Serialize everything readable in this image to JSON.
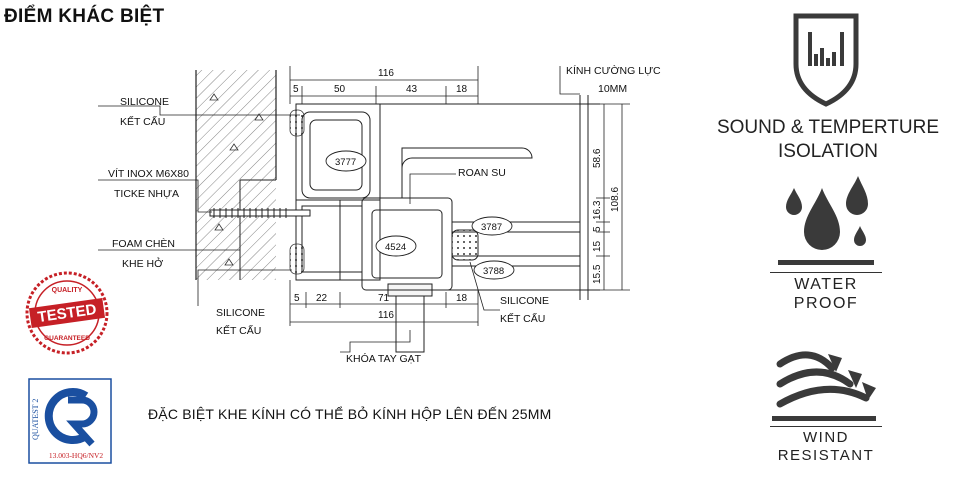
{
  "heading": "ĐIỂM KHÁC BIỆT",
  "labels": {
    "silicone_top_1": "SILICONE",
    "silicone_top_2": "KẾT CẤU",
    "screw_1": "VÍT INOX M6X80",
    "screw_2": "TICKE NHỰA",
    "foam_1": "FOAM CHÈN",
    "foam_2": "KHE HỞ",
    "silicone_bl_1": "SILICONE",
    "silicone_bl_2": "KẾT CẤU",
    "glass_1": "KÍNH CƯỜNG LỰC",
    "glass_2": "10MM",
    "gasket": "ROAN SU",
    "silicone_br_1": "SILICONE",
    "silicone_br_2": "KẾT CẤU",
    "handle": "KHÓA TAY GẠT"
  },
  "dimensions": {
    "top_total": "116",
    "top_a": "5",
    "top_b": "50",
    "top_c": "43",
    "top_d": "18",
    "bottom_total": "116",
    "bottom_a": "5",
    "bottom_b": "22",
    "bottom_c": "71",
    "bottom_d": "18",
    "v_total": "108.6",
    "v_a": "58.6",
    "v_b": "16.3",
    "v_c": "5",
    "v_d": "15",
    "v_e": "15.5"
  },
  "profile_codes": {
    "p1": "3777",
    "p2": "4524",
    "p3": "3787",
    "p4": "3788"
  },
  "badges": {
    "tested_top": "QUALITY",
    "tested_main": "TESTED",
    "tested_bottom": "GUARANTEED",
    "quatest_side": "QUATEST 2",
    "quatest_code": "13.003-HQ6/NV2"
  },
  "caption": "ĐẶC BIỆT KHE KÍNH CÓ  THỂ BỎ KÍNH HỘP LÊN ĐẾN 25MM",
  "features": [
    {
      "icon": "sound-shield-icon",
      "line1": "SOUND & TEMPERTURE",
      "line2": "ISOLATION"
    },
    {
      "icon": "water-drops-icon",
      "line1": "WATER",
      "line2": "PROOF"
    },
    {
      "icon": "wind-icon",
      "line1": "WIND",
      "line2": "RESISTANT"
    }
  ],
  "colors": {
    "icon_gray": "#3a3a3a",
    "badge_red": "#c62026",
    "badge_blue": "#1a4fa0"
  }
}
